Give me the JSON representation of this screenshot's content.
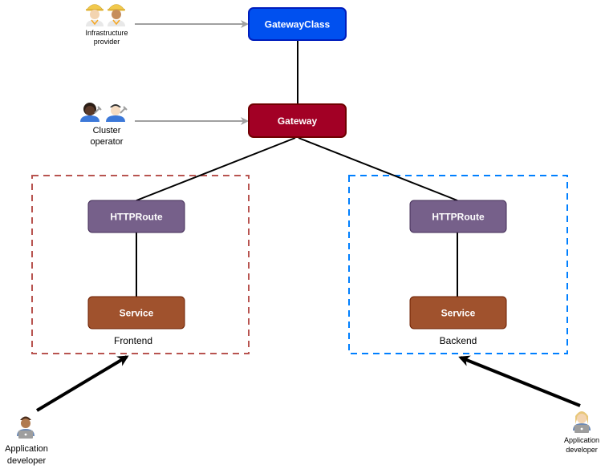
{
  "nodes": {
    "gateway_class": {
      "label": "GatewayClass",
      "fill": "#0050ef",
      "stroke": "#001dbc"
    },
    "gateway": {
      "label": "Gateway",
      "fill": "#a20025",
      "stroke": "#6f0000"
    },
    "frontend_route": {
      "label": "HTTPRoute",
      "fill": "#76608a",
      "stroke": "#432d57"
    },
    "frontend_service": {
      "label": "Service",
      "fill": "#a0522d",
      "stroke": "#6d1f00"
    },
    "backend_route": {
      "label": "HTTPRoute",
      "fill": "#76608a",
      "stroke": "#432d57"
    },
    "backend_service": {
      "label": "Service",
      "fill": "#a0522d",
      "stroke": "#6d1f00"
    }
  },
  "groups": {
    "frontend": {
      "label": "Frontend",
      "stroke": "#b85450"
    },
    "backend": {
      "label": "Backend",
      "stroke": "#007fff"
    }
  },
  "roles": {
    "infrastructure_provider": {
      "line1": "Infrastructure",
      "line2": "provider"
    },
    "cluster_operator": {
      "line1": "Cluster",
      "line2": "operator"
    },
    "app_developer_frontend": {
      "line1": "Application",
      "line2": "developer"
    },
    "app_developer_backend": {
      "line1": "Application",
      "line2": "developer"
    }
  },
  "colors": {
    "connector": "#000000",
    "role_arrow": "#a0a0a0"
  }
}
